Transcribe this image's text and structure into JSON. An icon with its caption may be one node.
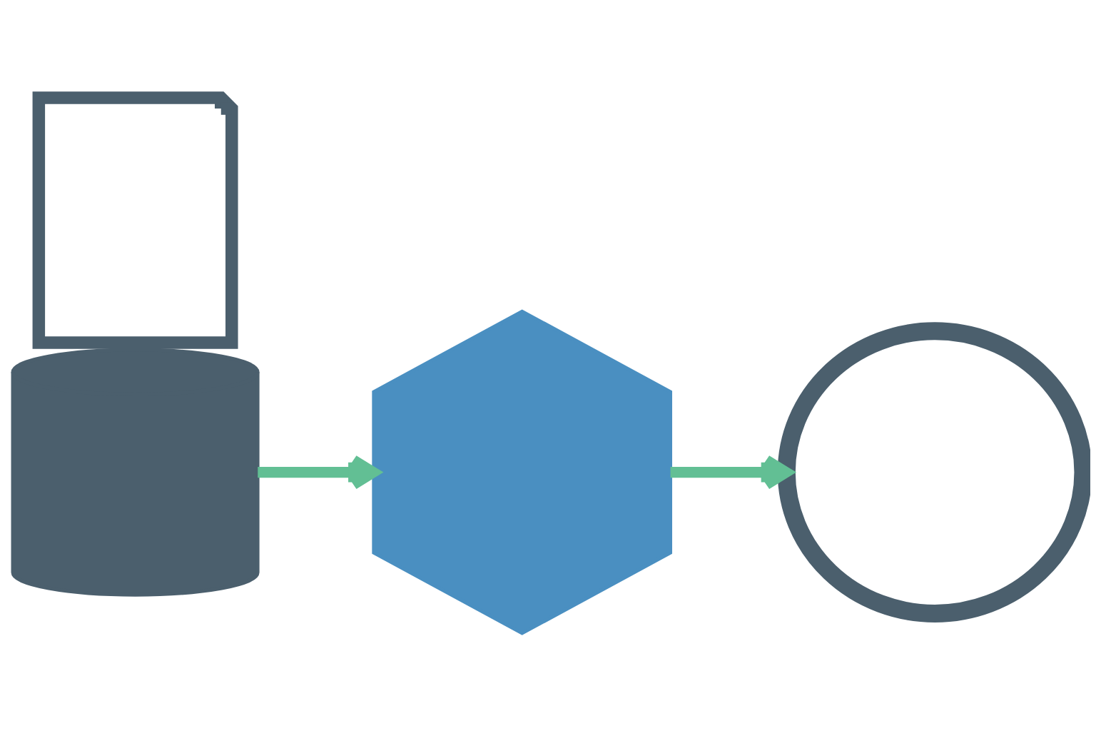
{
  "diagram": {
    "nodes": [
      {
        "text": [],
        "shape": "document"
      },
      {
        "text": [],
        "shape": "cylinder"
      },
      {
        "text": [],
        "shape": "hexagon"
      },
      {
        "text": [],
        "shape": "cloud"
      }
    ],
    "edges": [
      {
        "from": 1,
        "to": 2,
        "arrow": "to"
      },
      {
        "from": 2,
        "to": 3,
        "arrow": "to"
      }
    ]
  }
}
